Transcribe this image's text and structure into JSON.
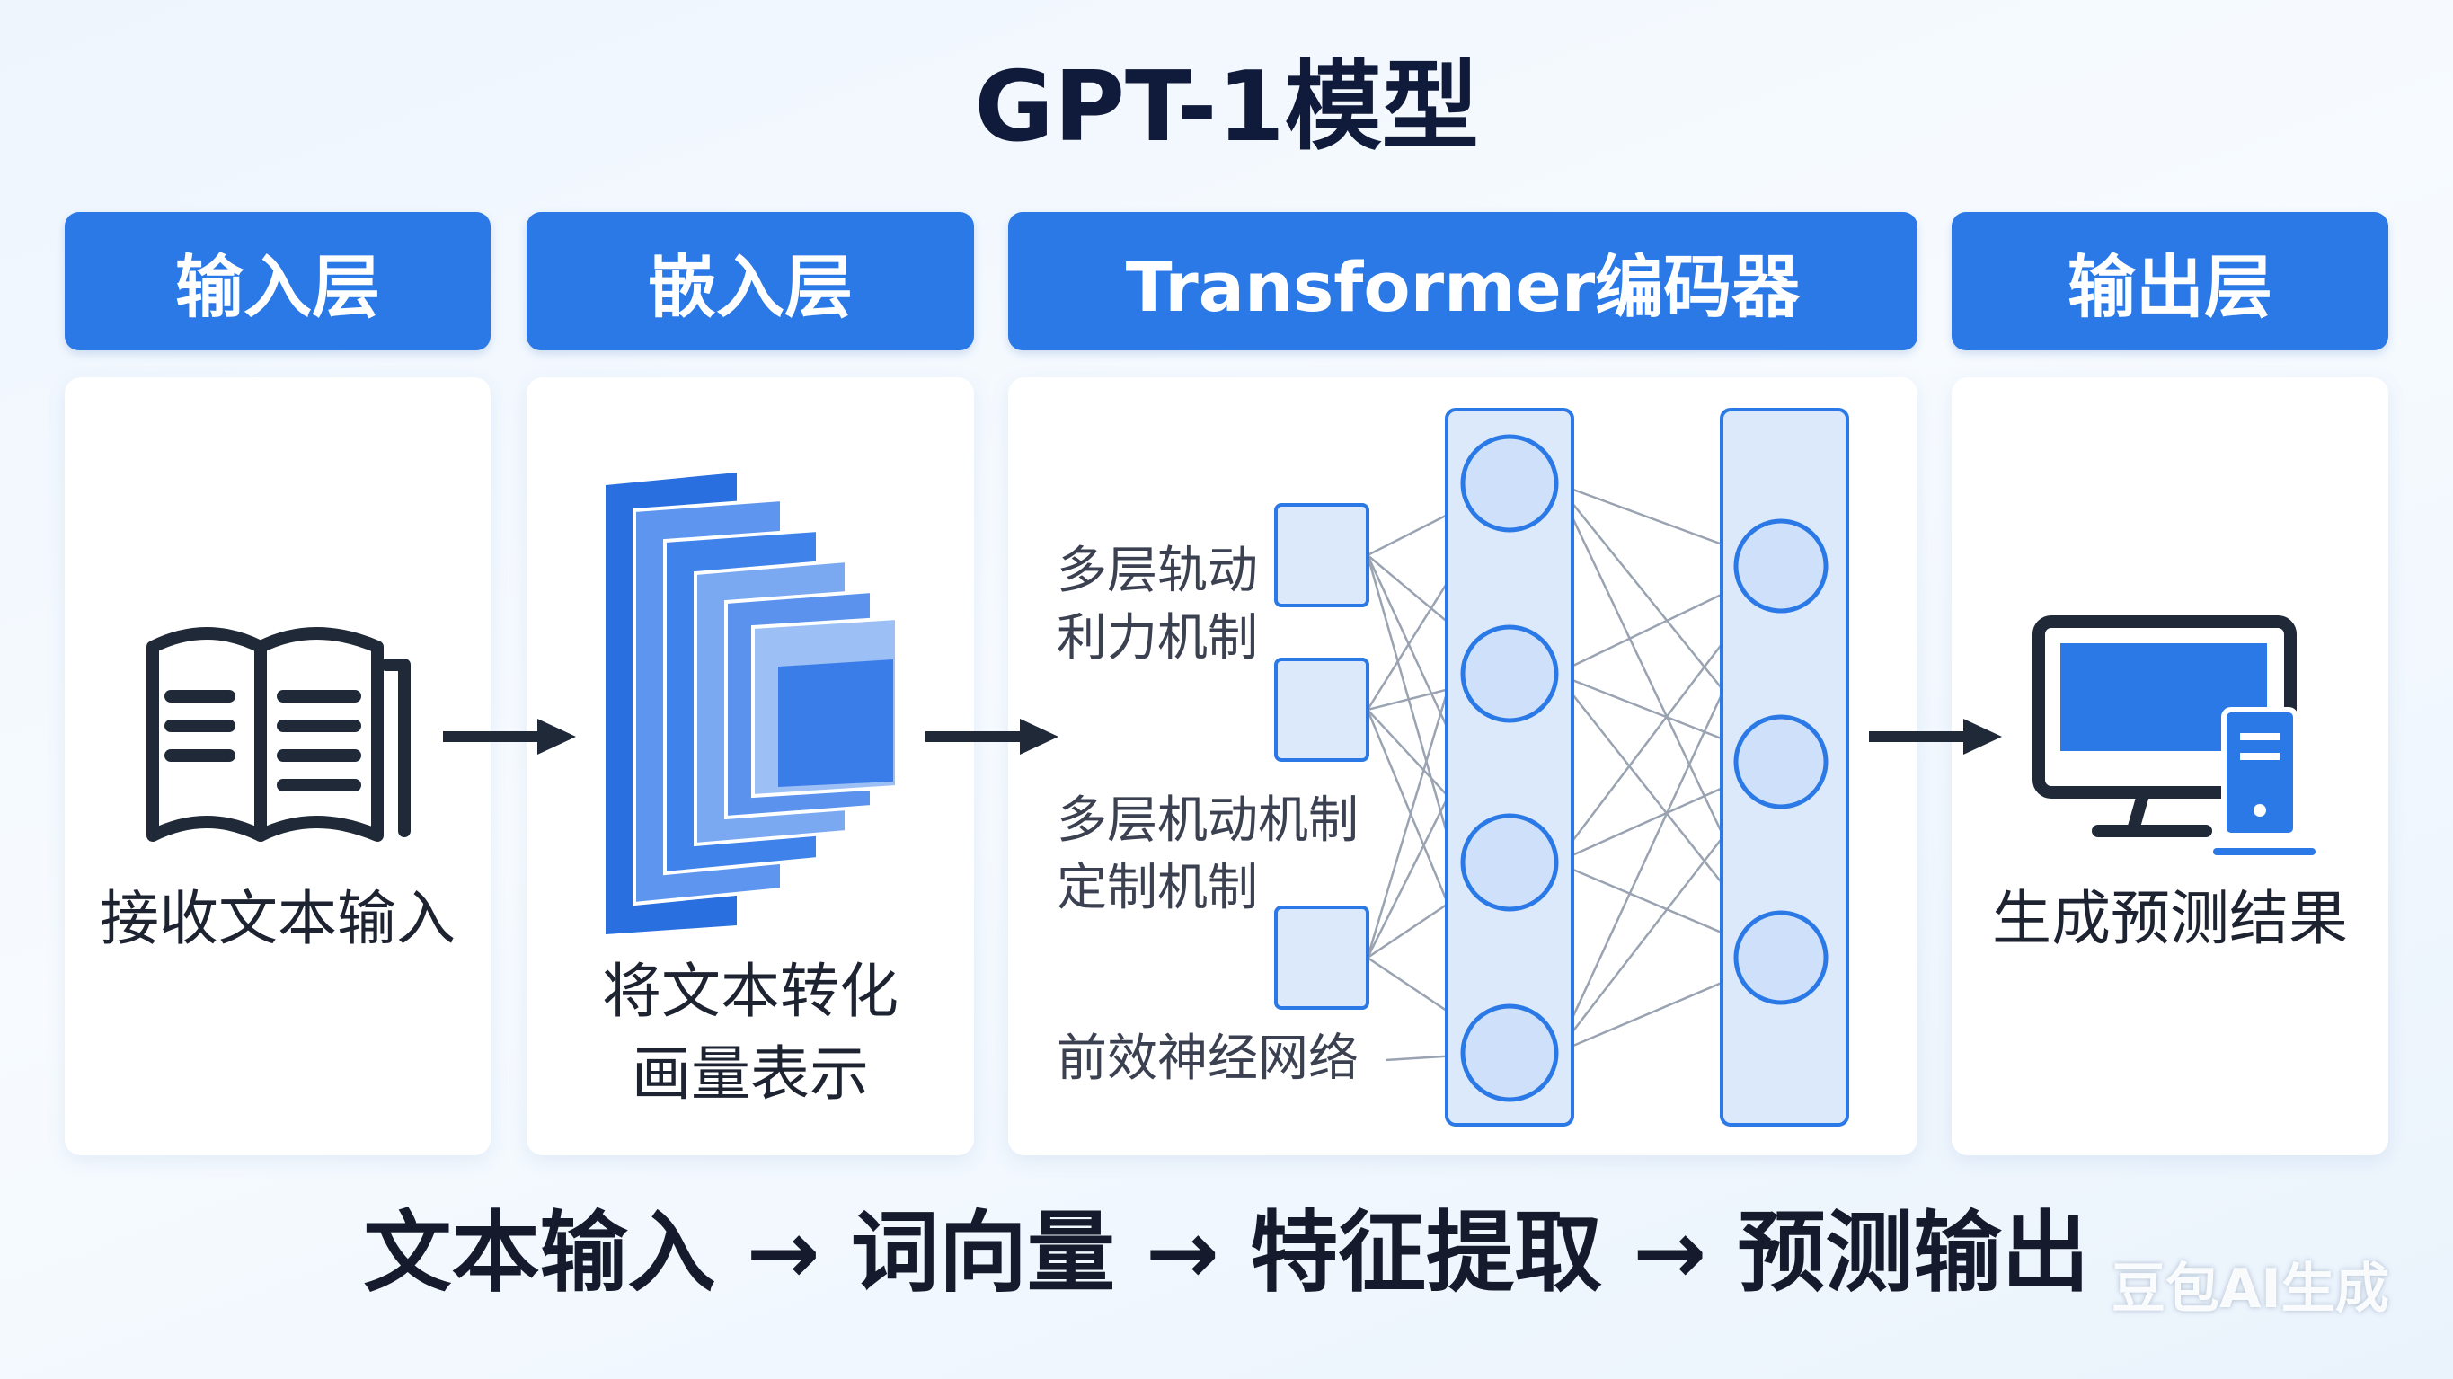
{
  "title": "GPT-1模型",
  "headers": {
    "input": "输入层",
    "embedding": "嵌入层",
    "transformer": "Transformer编码器",
    "output": "输出层"
  },
  "captions": {
    "input": "接收文本输入",
    "embedding_line1": "将文本转化",
    "embedding_line2": "画量表示",
    "output": "生成预测结果"
  },
  "transformer_labels": {
    "label1_line1": "多层轨动",
    "label1_line2": "利力机制",
    "label2_line1": "多层机动机制",
    "label2_line2": "定制机制",
    "label3": "前效神经网络"
  },
  "pipeline": "文本输入 → 词向量 → 特征提取 → 预测输出",
  "watermark": "豆包AI生成",
  "icons": {
    "input": "open-book-icon",
    "embedding": "stacked-layers-icon",
    "network": "neural-network-icon",
    "output": "computer-monitor-icon"
  },
  "colors": {
    "accent": "#2a79e6",
    "node_fill": "#dce9fb",
    "node_stroke": "#2a79e6",
    "title": "#101a3a"
  }
}
